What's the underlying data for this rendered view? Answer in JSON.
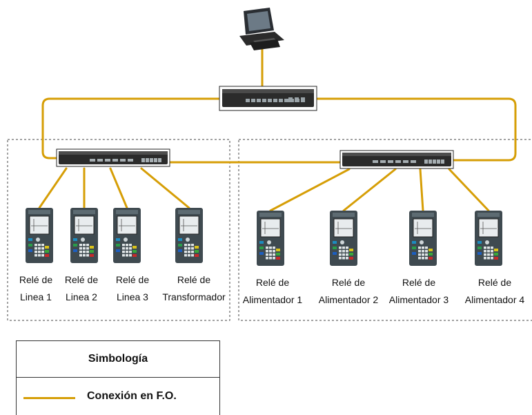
{
  "colors": {
    "fiber": "#d69e06",
    "device_dark": "#2b2b2b",
    "relay_body": "#3f4a50"
  },
  "icons": {
    "workstation": "computer-workstation-icon",
    "core_switch": "core-network-switch-icon",
    "access_switch": "access-network-switch-icon",
    "relay": "protection-relay-icon"
  },
  "groups": {
    "left_relays": [
      {
        "line1": "Relé de",
        "line2": "Linea 1"
      },
      {
        "line1": "Relé de",
        "line2": "Linea 2"
      },
      {
        "line1": "Relé de",
        "line2": "Linea 3"
      },
      {
        "line1": "Relé de",
        "line2": "Transformador"
      }
    ],
    "right_relays": [
      {
        "line1": "Relé de",
        "line2": "Alimentador 1"
      },
      {
        "line1": "Relé de",
        "line2": "Alimentador 2"
      },
      {
        "line1": "Relé de",
        "line2": "Alimentador 3"
      },
      {
        "line1": "Relé de",
        "line2": "Alimentador 4"
      }
    ]
  },
  "legend": {
    "title": "Simbología",
    "fiber_label": "Conexión en F.O."
  }
}
